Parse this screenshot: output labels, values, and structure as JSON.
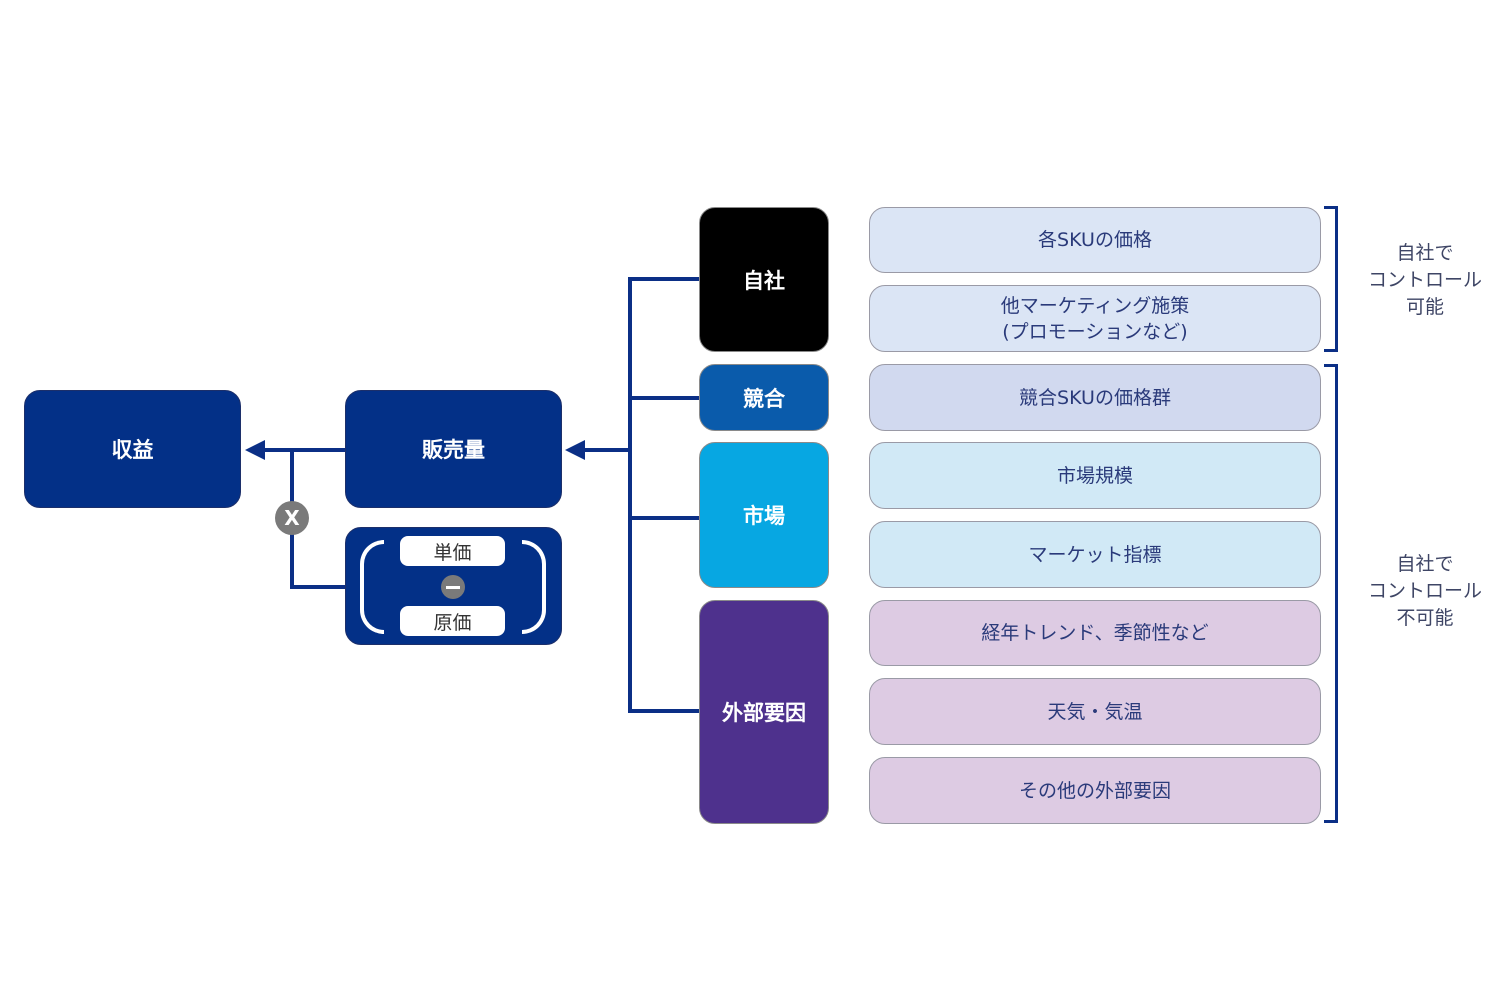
{
  "colors": {
    "main_navy": "#033087",
    "own_company": "#000000",
    "competitor": "#0a5bab",
    "market": "#07a7e2",
    "external": "#4e318d",
    "factor_own": "#dbe5f5",
    "factor_competitor": "#d1d9ef",
    "factor_market": "#d1e9f6",
    "factor_external": "#ddcbe3",
    "connector": "#0b2f86",
    "operator_gray": "#7a7a7a"
  },
  "nodes": {
    "revenue": "収益",
    "sales_volume": "販売量",
    "margin": {
      "unit_price": "単価",
      "cost_price": "原価",
      "operator": "−"
    },
    "multiply_operator": "X"
  },
  "categories": [
    {
      "id": "own",
      "label": "自社"
    },
    {
      "id": "competitor",
      "label": "競合"
    },
    {
      "id": "market",
      "label": "市場"
    },
    {
      "id": "external",
      "label": "外部要因"
    }
  ],
  "factors": [
    {
      "category": "own",
      "label": "各SKUの価格"
    },
    {
      "category": "own",
      "label": "他マーケティング施策\n(プロモーションなど)"
    },
    {
      "category": "competitor",
      "label": "競合SKUの価格群"
    },
    {
      "category": "market",
      "label": "市場規模"
    },
    {
      "category": "market",
      "label": "マーケット指標"
    },
    {
      "category": "external",
      "label": "経年トレンド、季節性など"
    },
    {
      "category": "external",
      "label": "天気・気温"
    },
    {
      "category": "external",
      "label": "その他の外部要因"
    }
  ],
  "brackets": [
    {
      "label": "自社で\nコントロール\n可能"
    },
    {
      "label": "自社で\nコントロール\n不可能"
    }
  ]
}
